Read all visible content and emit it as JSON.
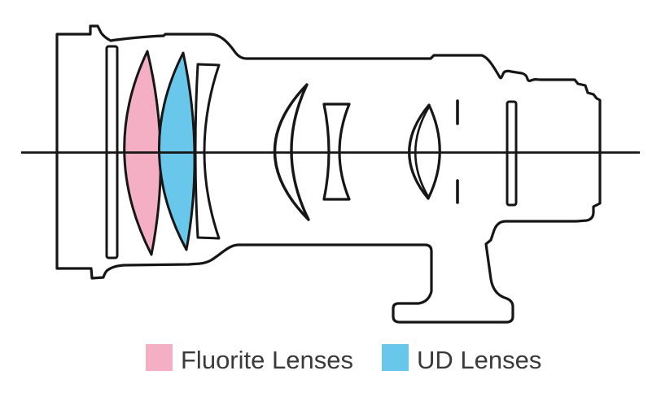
{
  "diagram": {
    "kind": "camera-lens-optical-cross-section",
    "outline_color": "#161616",
    "background": "#ffffff",
    "axis": {
      "name": "optical-axis"
    },
    "elements": [
      {
        "name": "front-protective-flat-element",
        "type": "flat-glass",
        "fill": "#ffffff"
      },
      {
        "name": "fluorite-lens-element",
        "type": "biconvex",
        "material": "fluorite"
      },
      {
        "name": "ud-lens-element",
        "type": "biconvex",
        "material": "ud-glass"
      },
      {
        "name": "concave-element",
        "type": "plano-concave",
        "fill": "#ffffff"
      },
      {
        "name": "meniscus-element",
        "type": "deep-meniscus",
        "fill": "#ffffff"
      },
      {
        "name": "biconcave-element",
        "type": "biconcave",
        "fill": "#ffffff"
      },
      {
        "name": "cemented-doublet-element",
        "type": "doublet",
        "fill": "#ffffff"
      },
      {
        "name": "aperture-stop",
        "type": "diaphragm-dashed-line"
      },
      {
        "name": "rear-flat-element",
        "type": "flat-glass",
        "fill": "#ffffff"
      }
    ]
  },
  "legend": {
    "items": [
      {
        "id": "fluorite",
        "label": "Fluorite Lenses",
        "color": "#F4AFC4"
      },
      {
        "id": "ud",
        "label": "UD Lenses",
        "color": "#69C7EB"
      }
    ]
  }
}
